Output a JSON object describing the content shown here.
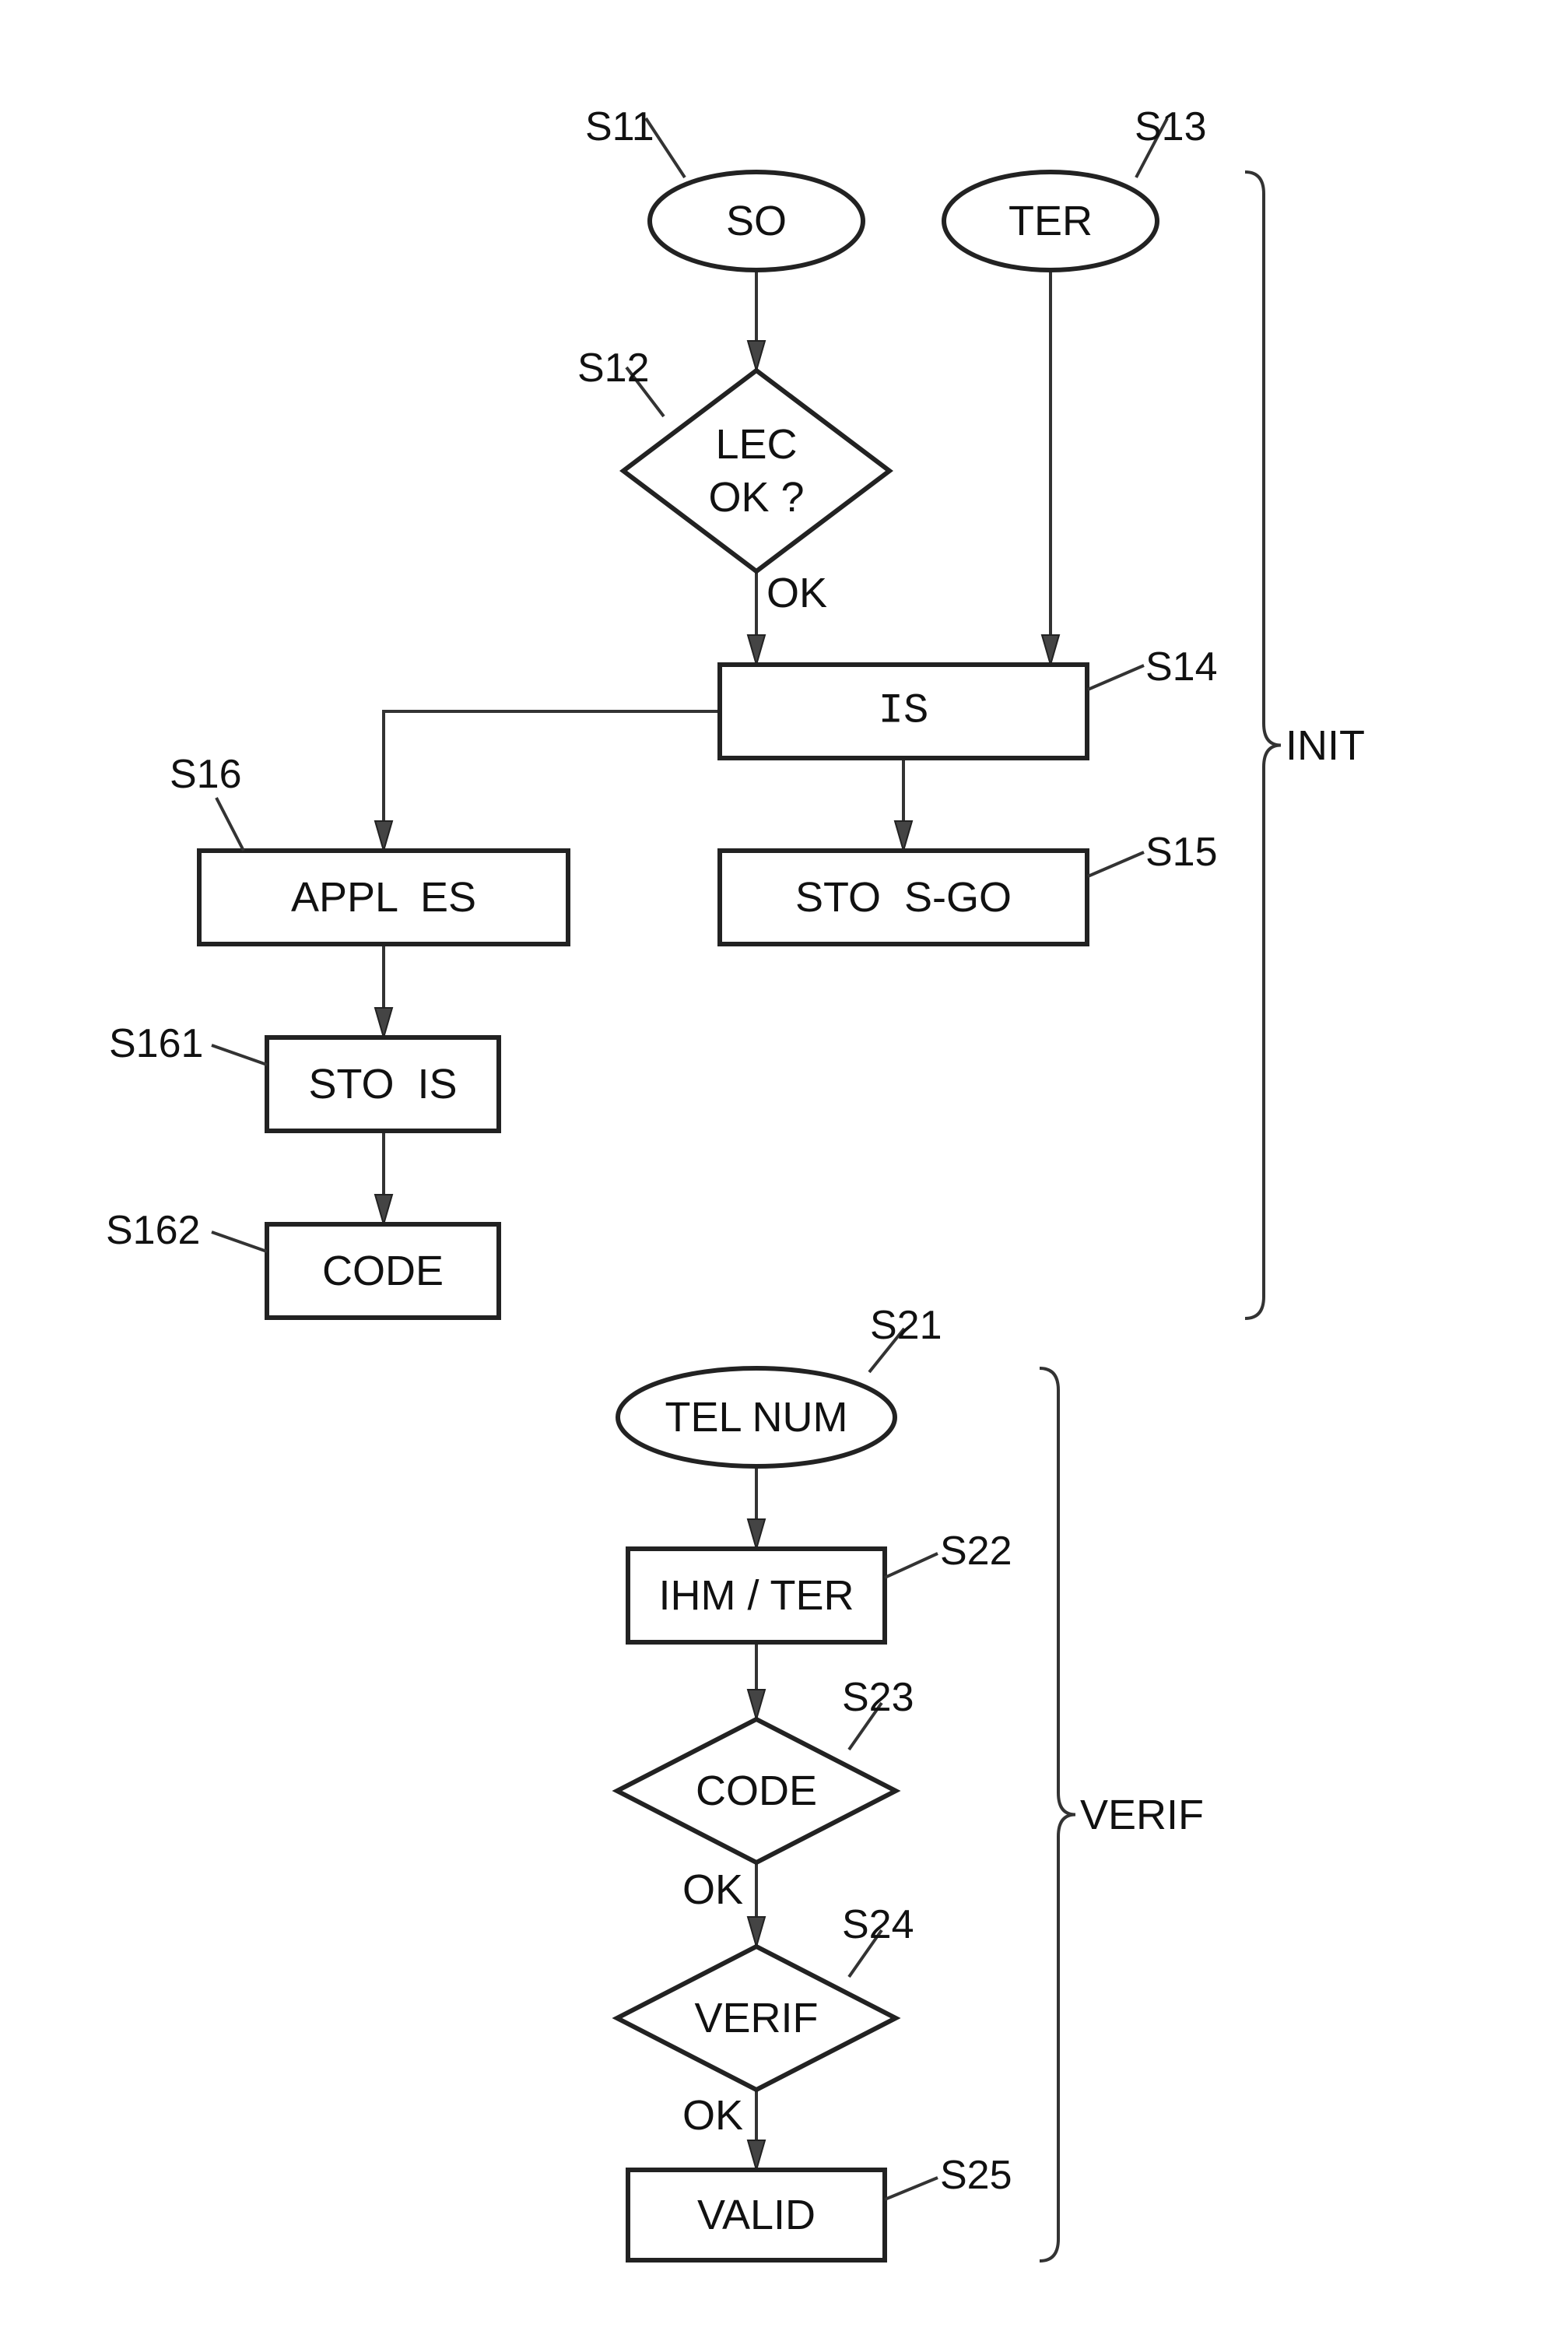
{
  "figure": {
    "nodes": {
      "S11": {
        "ref": "S11",
        "label": "SO",
        "shape": "ellipse"
      },
      "S13": {
        "ref": "S13",
        "label": "TER",
        "shape": "ellipse"
      },
      "S12": {
        "ref": "S12",
        "label_lines": [
          "LEC",
          "OK ?"
        ],
        "shape": "diamond"
      },
      "S14": {
        "ref": "S14",
        "label": "IS",
        "shape": "rect"
      },
      "S15": {
        "ref": "S15",
        "label": "STO  S-GO",
        "shape": "rect"
      },
      "S16": {
        "ref": "S16",
        "label": "APPL  ES",
        "shape": "rect"
      },
      "S161": {
        "ref": "S161",
        "label": "STO  IS",
        "shape": "rect"
      },
      "S162": {
        "ref": "S162",
        "label": "CODE",
        "shape": "rect"
      },
      "S21": {
        "ref": "S21",
        "label": "TEL NUM",
        "shape": "ellipse"
      },
      "S22": {
        "ref": "S22",
        "label": "IHM / TER",
        "shape": "rect"
      },
      "S23": {
        "ref": "S23",
        "label": "CODE",
        "shape": "diamond"
      },
      "S24": {
        "ref": "S24",
        "label": "VERIF",
        "shape": "diamond"
      },
      "S25": {
        "ref": "S25",
        "label": "VALID",
        "shape": "rect"
      }
    },
    "edge_labels": {
      "s12_ok": "OK",
      "s23_ok": "OK",
      "s24_ok": "OK"
    },
    "groups": {
      "init": "INIT",
      "verif": "VERIF"
    },
    "edges": [
      [
        "S11",
        "S12"
      ],
      [
        "S12",
        "S14"
      ],
      [
        "S13",
        "S14"
      ],
      [
        "S14",
        "S15"
      ],
      [
        "S14",
        "S16"
      ],
      [
        "S16",
        "S161"
      ],
      [
        "S161",
        "S162"
      ],
      [
        "S21",
        "S22"
      ],
      [
        "S22",
        "S23"
      ],
      [
        "S23",
        "S24"
      ],
      [
        "S24",
        "S25"
      ]
    ]
  }
}
